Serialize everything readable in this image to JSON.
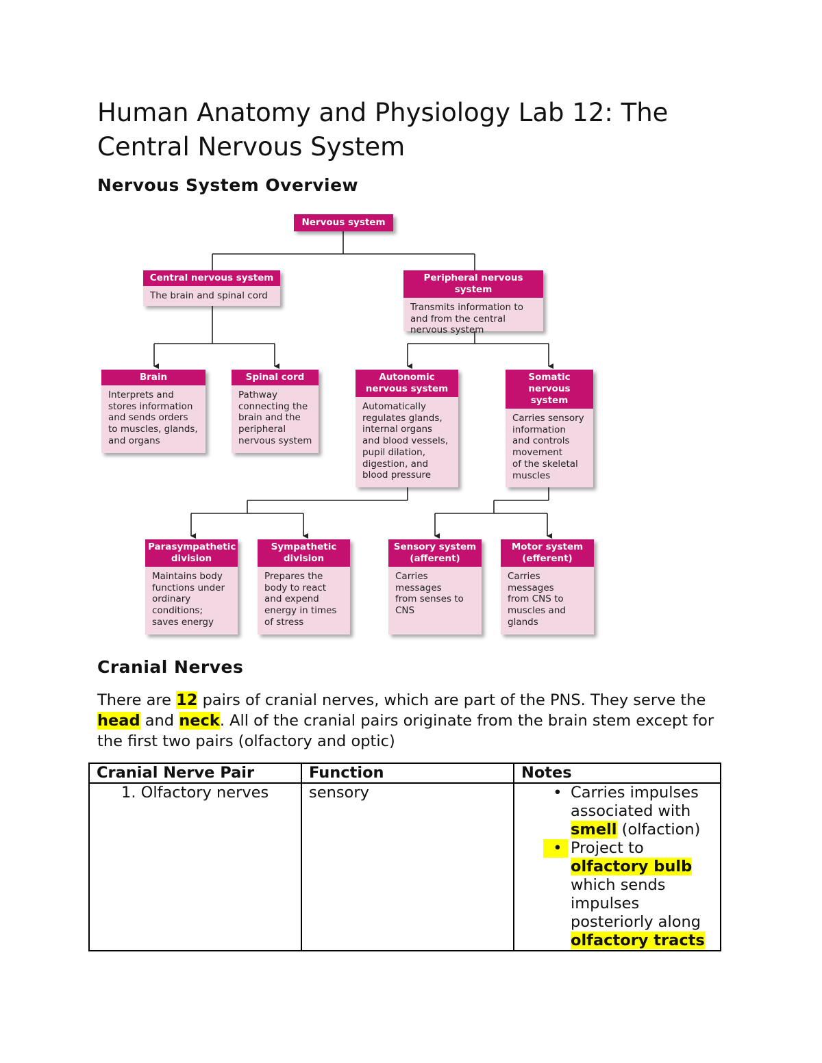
{
  "title": "Human Anatomy and Physiology Lab 12: The Central Nervous System",
  "section1": "Nervous System Overview",
  "diagram": {
    "root": "Nervous system",
    "cns": {
      "title": "Central nervous system",
      "body": "The brain and spinal cord"
    },
    "pns": {
      "title": "Peripheral nervous system",
      "body": "Transmits information to\nand from the central\nnervous system"
    },
    "brain": {
      "title": "Brain",
      "body": "Interprets and\nstores information\nand sends orders\nto muscles, glands,\nand organs"
    },
    "spinal": {
      "title": "Spinal cord",
      "body": "Pathway\nconnecting the\nbrain and the\nperipheral\nnervous system"
    },
    "autonomic": {
      "title": "Autonomic\nnervous system",
      "body": "Automatically\nregulates glands,\ninternal organs\nand blood vessels,\npupil dilation,\ndigestion, and\nblood pressure"
    },
    "somatic": {
      "title": "Somatic\nnervous system",
      "body": "Carries sensory\ninformation\nand controls\nmovement\nof the skeletal\nmuscles"
    },
    "parasympathetic": {
      "title": "Parasympathetic\ndivision",
      "body": "Maintains body\nfunctions under\nordinary\nconditions;\nsaves energy"
    },
    "sympathetic": {
      "title": "Sympathetic\ndivision",
      "body": "Prepares the\nbody to react\nand expend\nenergy in times\nof stress"
    },
    "sensory": {
      "title": "Sensory system\n(afferent)",
      "body": "Carries messages\nfrom senses to\nCNS"
    },
    "motor": {
      "title": "Motor system\n(efferent)",
      "body": "Carries messages\nfrom CNS to\nmuscles and\nglands"
    }
  },
  "section2": "Cranial Nerves",
  "paragraph": {
    "p1": "There are ",
    "h1": "12",
    "p2": " pairs of cranial nerves, which are part of the PNS. They serve the ",
    "h2": "head",
    "p3": " and ",
    "h3": "neck",
    "p4": ".  All of the cranial pairs originate from the brain stem except for the first two pairs (olfactory and optic)"
  },
  "table": {
    "headers": [
      "Cranial Nerve Pair",
      "Function",
      "Notes"
    ],
    "row1": {
      "pair": "1.  Olfactory nerves",
      "function": "sensory",
      "note1_a": "Carries impulses associated with ",
      "note1_b": "smell",
      "note1_c": " (olfaction)",
      "note2_a": "Project to ",
      "note2_b": "olfactory bulb",
      "note2_c": " which sends impulses posteriorly along ",
      "note2_d": "olfactory",
      "note2_e": " tracts"
    }
  }
}
